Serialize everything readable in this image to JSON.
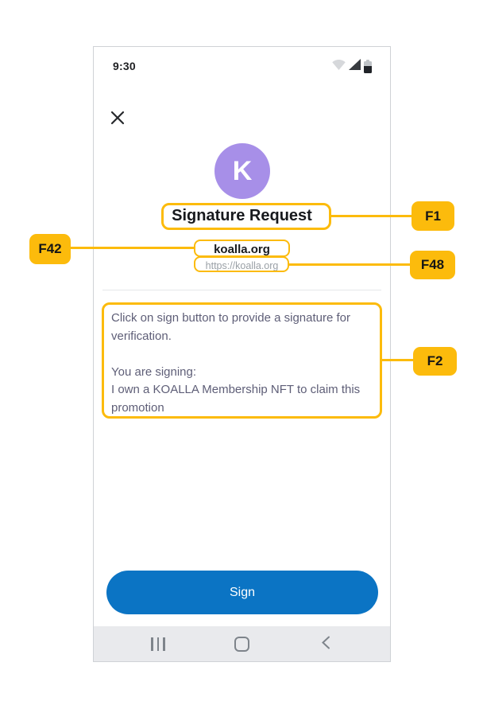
{
  "colors": {
    "annotation_accent": "#FCBB0C",
    "avatar_background": "#A78FE8",
    "primary_button_blue": "#0B74C4",
    "message_text": "#5E5E77"
  },
  "phone": {
    "status_bar": {
      "time": "9:30"
    },
    "icons": {
      "close": "close-icon",
      "wifi": "wifi-icon",
      "signal": "cell-signal-icon",
      "battery": "battery-icon",
      "recents": "recents-icon",
      "home": "home-icon",
      "back": "back-icon"
    },
    "avatar": {
      "letter": "K"
    },
    "title": "Signature Request",
    "domain": "koalla.org",
    "url": "https://koalla.org",
    "message": "Click on sign button to provide a signature for verification.\n\nYou are signing:\nI own a KOALLA Membership NFT to claim this promotion",
    "sign_button_label": "Sign"
  },
  "annotations": {
    "f1": {
      "label": "F1"
    },
    "f42": {
      "label": "F42"
    },
    "f48": {
      "label": "F48"
    },
    "f2": {
      "label": "F2"
    }
  }
}
